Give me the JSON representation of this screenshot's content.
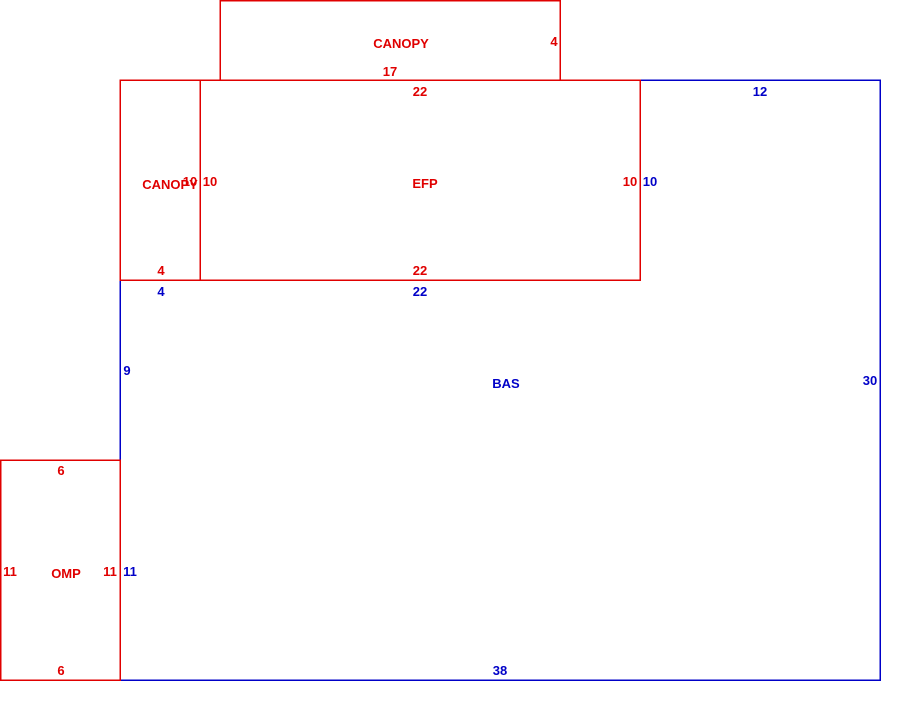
{
  "colors": {
    "addition": "#e00000",
    "base": "#0000c8",
    "background": "#ffffff"
  },
  "areas": {
    "bas": {
      "name": "BAS",
      "dims": {
        "top_left": "22",
        "top_right": "12",
        "left_upper": "9",
        "left_lower": "11",
        "right": "30",
        "bottom": "38",
        "corner_top": "4",
        "efp_side": "10"
      }
    },
    "efp": {
      "name": "EFP",
      "dims": {
        "top": "22",
        "bottom": "22",
        "left": "10",
        "right": "10"
      }
    },
    "canopy_top": {
      "name": "CANOPY",
      "dims": {
        "bottom": "17",
        "right": "4"
      }
    },
    "canopy_side": {
      "name": "CANOPY",
      "dims": {
        "bottom": "4",
        "right": "10"
      }
    },
    "omp": {
      "name": "OMP",
      "dims": {
        "top": "6",
        "bottom": "6",
        "left": "11",
        "right": "11"
      }
    }
  }
}
